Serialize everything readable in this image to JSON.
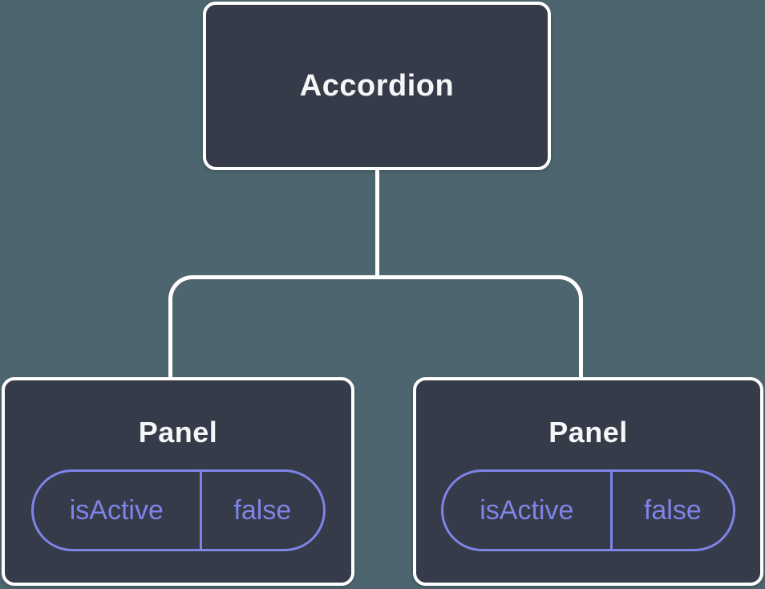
{
  "colors": {
    "background": "#4d656e",
    "node_fill": "#353b48",
    "node_border": "#ffffff",
    "accent": "#7e84e8",
    "title": "#f5f6f7"
  },
  "tree": {
    "root": {
      "label": "Accordion"
    },
    "children": [
      {
        "label": "Panel",
        "state": {
          "name": "isActive",
          "value": "false"
        }
      },
      {
        "label": "Panel",
        "state": {
          "name": "isActive",
          "value": "false"
        }
      }
    ]
  }
}
